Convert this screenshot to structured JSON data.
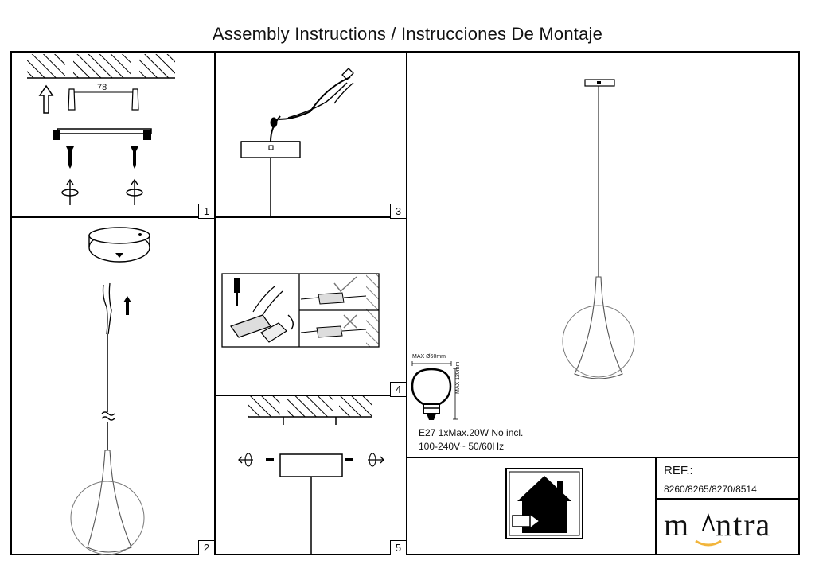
{
  "title": "Assembly Instructions / Instrucciones De Montaje",
  "steps": [
    "1",
    "2",
    "3",
    "4",
    "5"
  ],
  "dimension_78": "78",
  "bulb": {
    "max_diameter": "MAX Ø60mm",
    "max_height": "MAX 120mm",
    "spec_line1": "E27 1xMax.20W  No incl.",
    "spec_line2": "100-240V~ 50/60Hz"
  },
  "reference": {
    "label": "REF.:",
    "codes": "8260/8265/8270/8514"
  },
  "brand": {
    "name": "mantra",
    "color": "#f2b53c"
  },
  "icons": [
    "indoor-use-house-icon"
  ]
}
